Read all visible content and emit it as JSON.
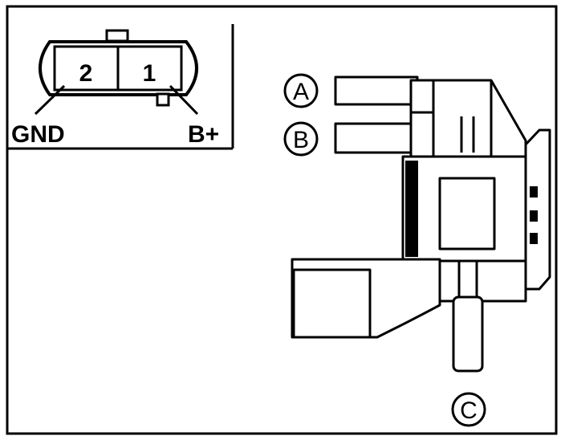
{
  "connector": {
    "pins": [
      {
        "number": "2"
      },
      {
        "number": "1"
      }
    ],
    "labels": {
      "ground": "GND",
      "battery": "B+"
    }
  },
  "ports": {
    "a": "A",
    "b": "B",
    "c": "C"
  }
}
